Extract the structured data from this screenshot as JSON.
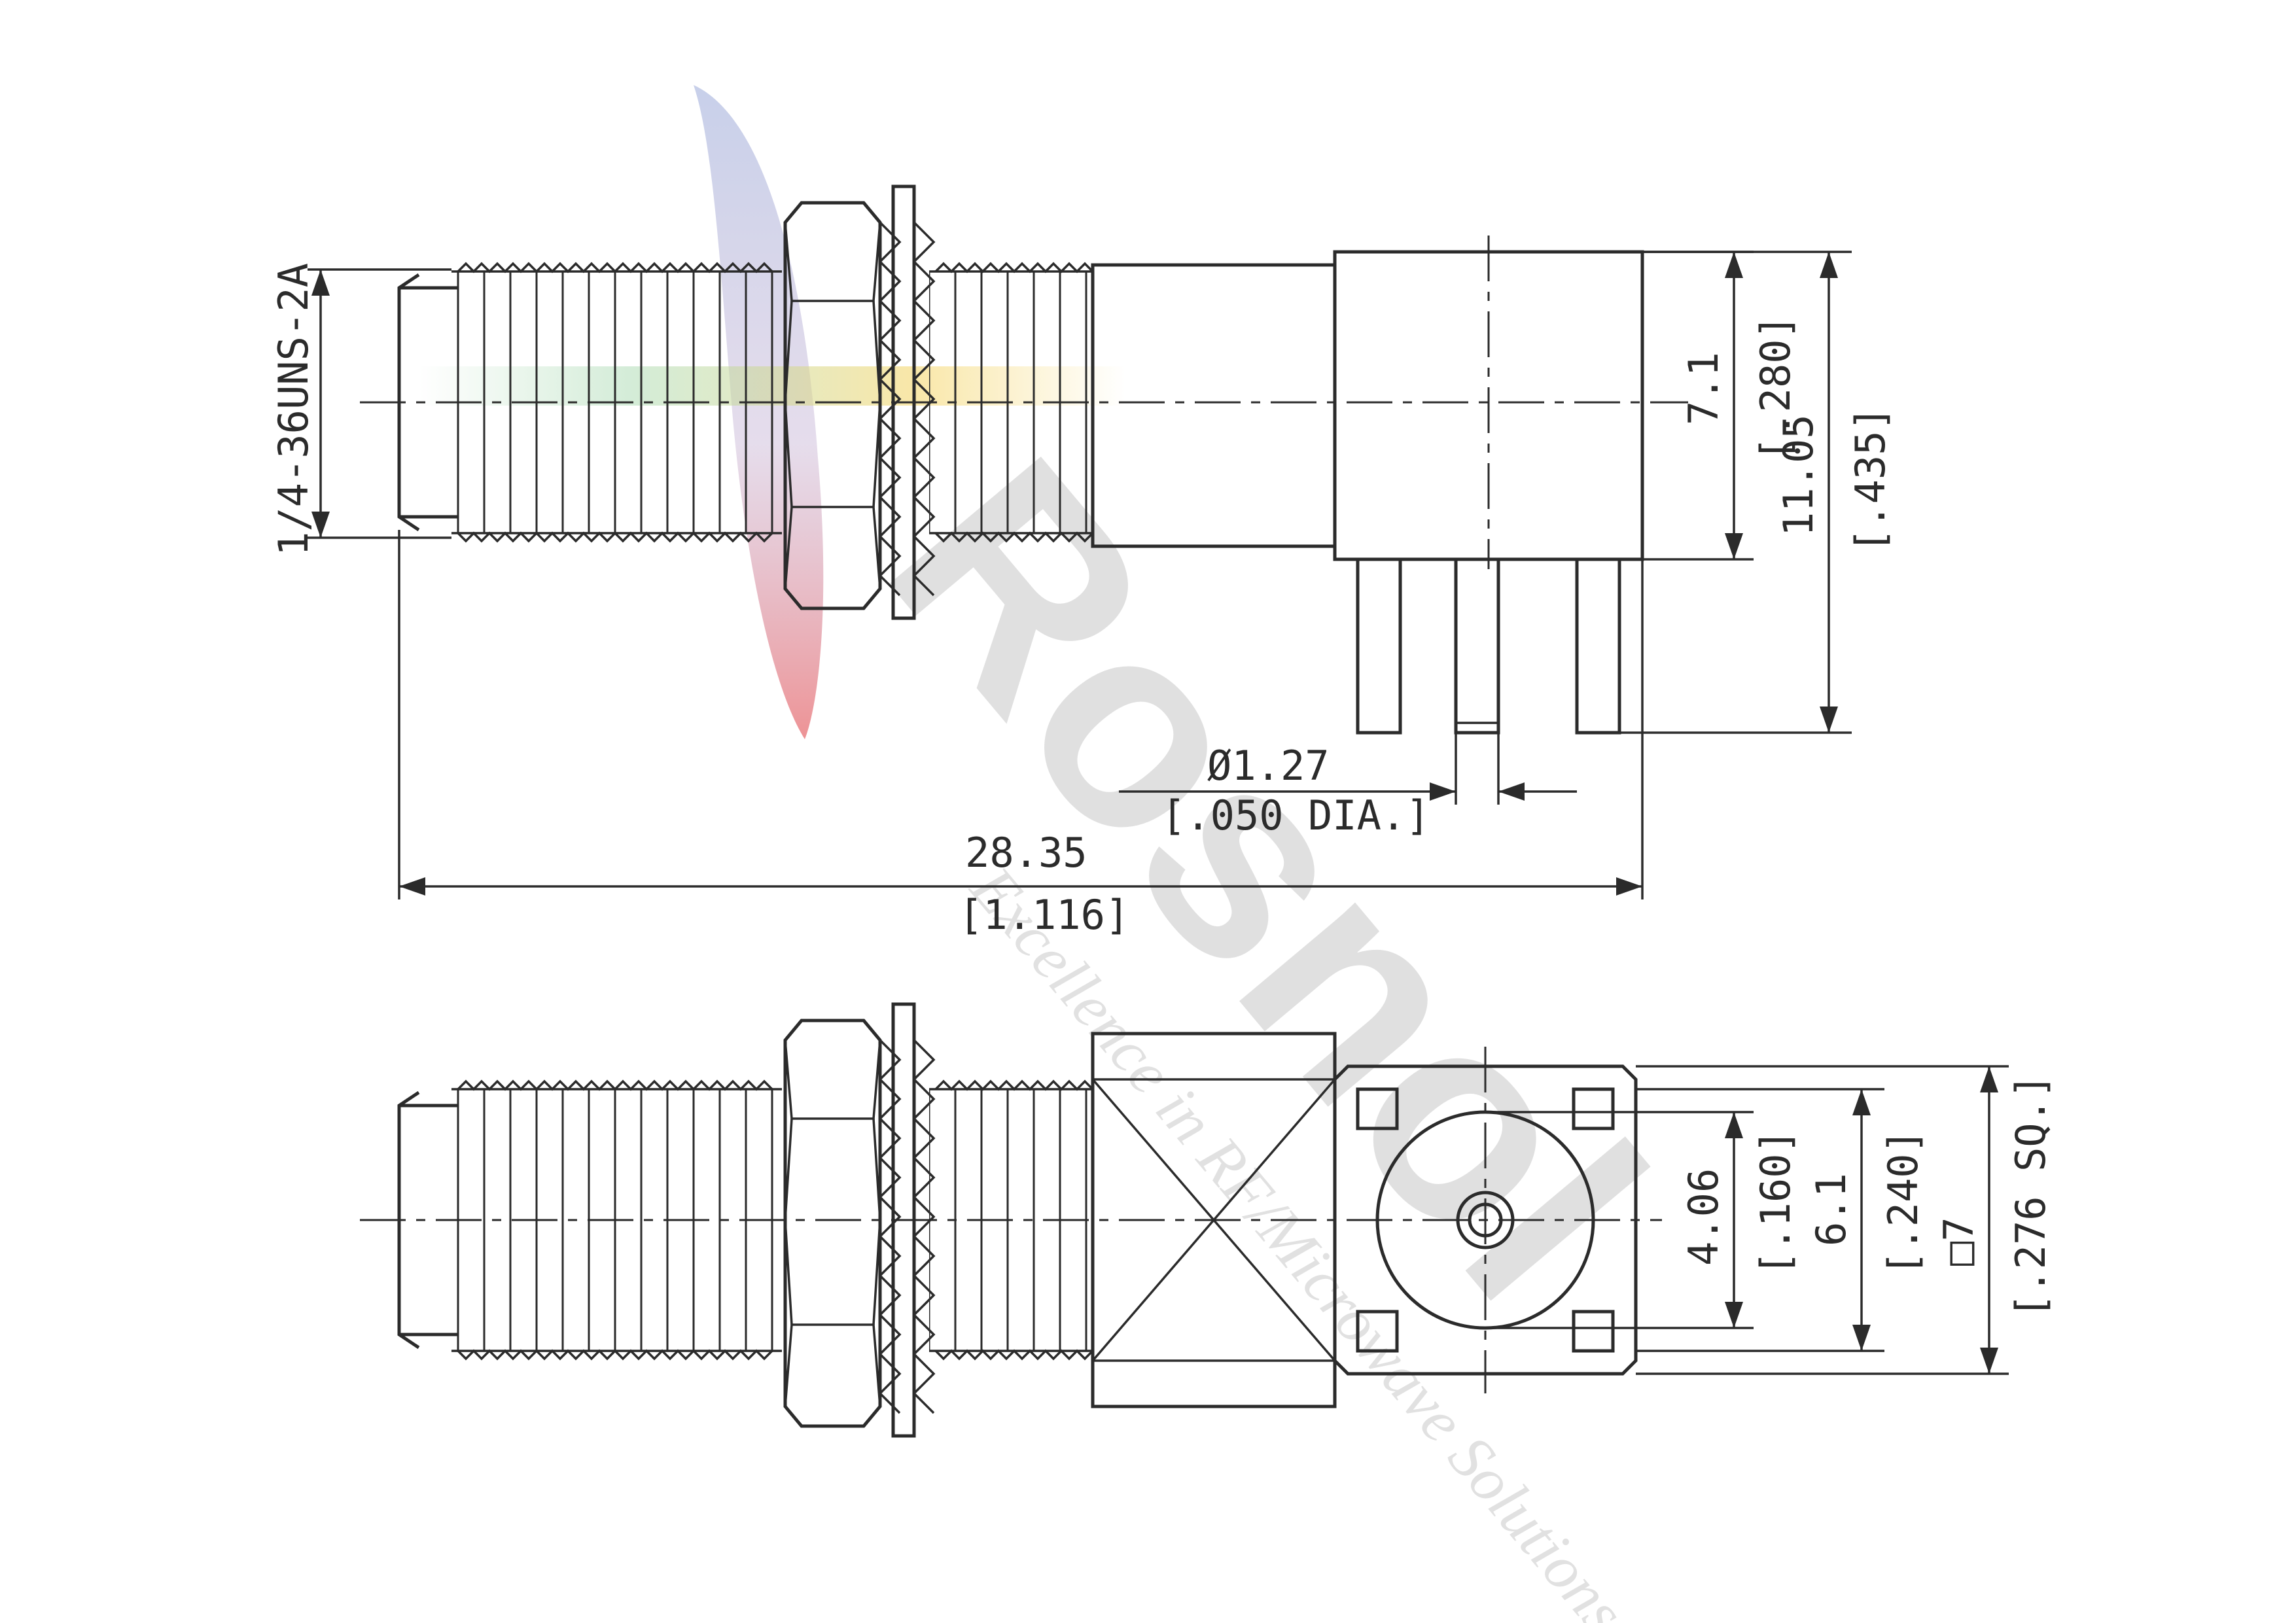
{
  "watermark": {
    "brand": "Rosnol",
    "tagline": "Excellence in RF/Microwave Solutions"
  },
  "dimensions": {
    "thread": "1/4-36UNS-2A",
    "body_height_mm": "7.1",
    "body_height_in": "[.280]",
    "total_height_mm": "11.05",
    "total_height_in": "[.435]",
    "pin_dia_mm": "Ø1.27",
    "pin_dia_in": "[.050 DIA.]",
    "length_mm": "28.35",
    "length_in": "[1.116]",
    "barrel_mm": "4.06",
    "barrel_in": "[.160]",
    "pin_spacing_mm": "6.1",
    "pin_spacing_in": "[.240]",
    "square_mm": "□7",
    "square_in": "[.276 SQ.]"
  },
  "colors": {
    "line": "#2b2b2b",
    "watermark_grey": "#bcbcbc",
    "swoosh_blue": "#9aa9d8",
    "swoosh_red": "#e4585c",
    "swoosh_yellow": "#f5d76e"
  }
}
